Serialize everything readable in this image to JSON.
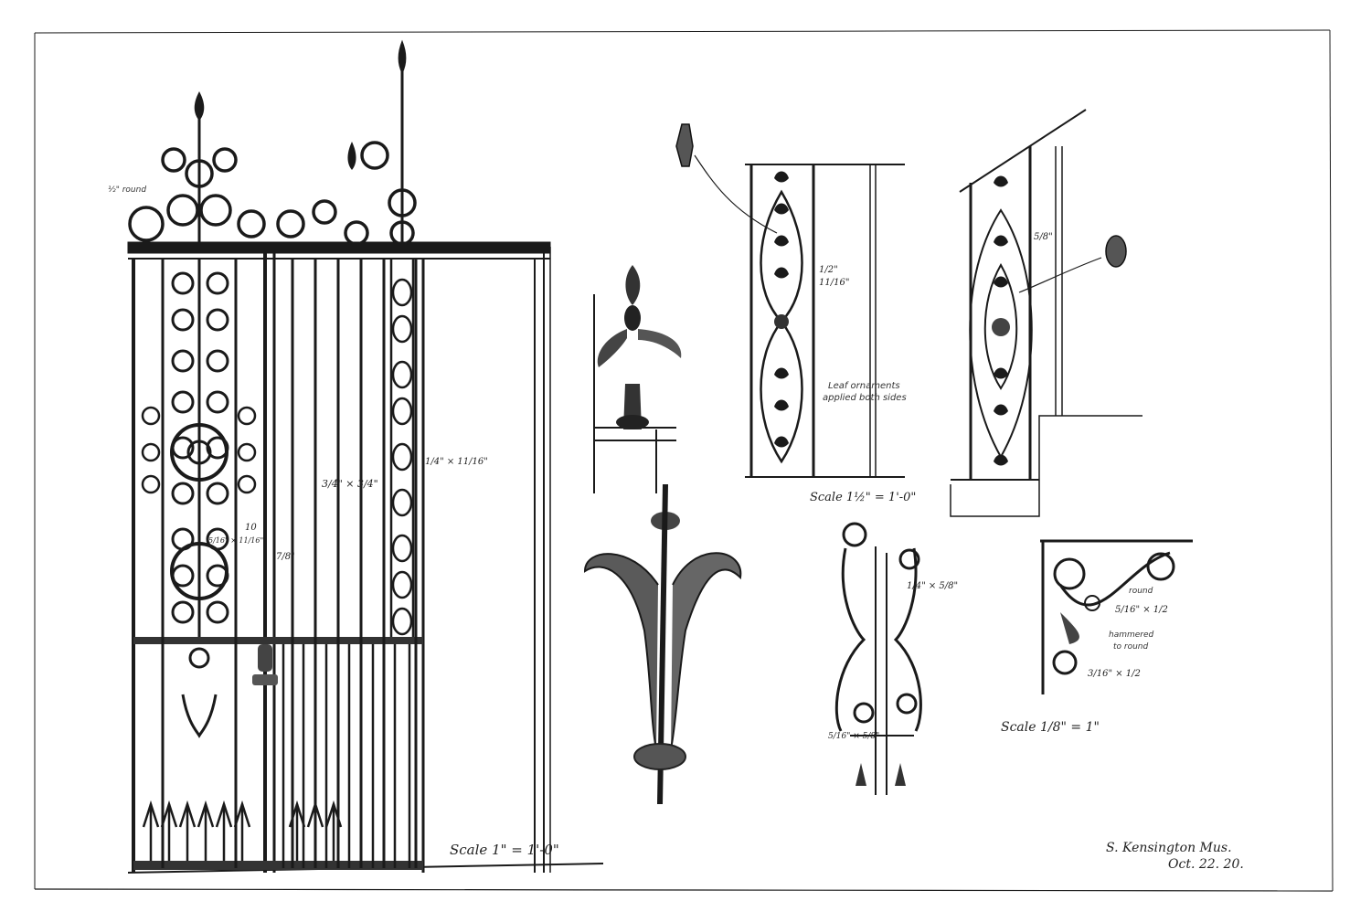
{
  "sheet": {
    "paper_color": "#ffffff",
    "ink_color": "#1a1a1a"
  },
  "annotations": {
    "round_top": "½\" round",
    "bar_center": "3/4\" × 3/4\"",
    "bar_right": "1/4\" × 11/16\"",
    "dim_a": "5/16\" × 11/16\"",
    "dim_seven": "7/8\"",
    "dim_ten": "10",
    "scale_main": "Scale 1\" = 1'-0\"",
    "dim_mid_a": "1/2\"",
    "dim_mid_b": "11/16\"",
    "leaf_note_1": "Leaf ornaments",
    "leaf_note_2": "applied both sides",
    "scale_mid": "Scale 1½\" = 1'-0\"",
    "dim_right": "5/8\"",
    "dim_lower_a": "1/4\" × 5/8\"",
    "dim_lower_b": "5/16\" × 5/8\"",
    "round_corner": "round",
    "dim_corner_a": "5/16\" × 1/2",
    "hammered_1": "hammered",
    "hammered_2": "to round",
    "dim_corner_b": "3/16\" × 1/2",
    "scale_small": "Scale 1/8\" = 1\"",
    "signature_1": "S. Kensington Mus.",
    "signature_2": "Oct. 22. 20."
  }
}
